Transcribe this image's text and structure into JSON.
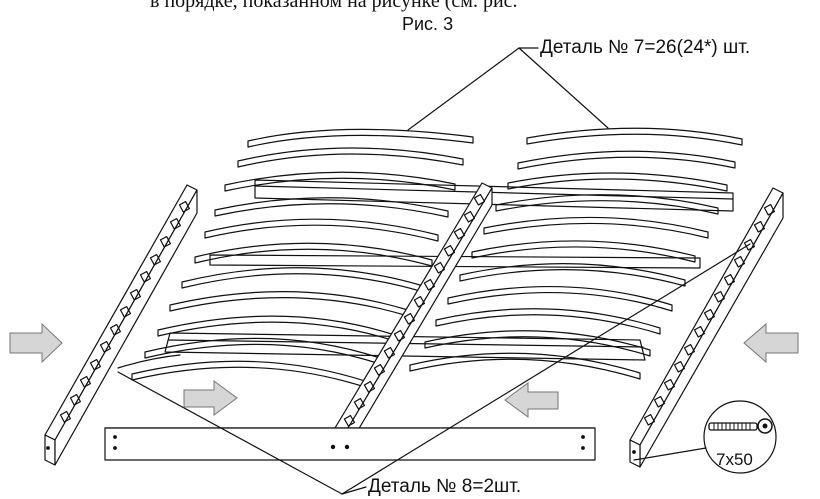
{
  "header": {
    "top_text": "в порядке, показанном на рисунке (см. рис.",
    "figure_label": "Рис. 3"
  },
  "callouts": {
    "part7": "Деталь № 7=26(24*) шт.",
    "part8": "Деталь № 8=2шт.",
    "screw": "7x50"
  },
  "icons": [
    "arrow-right-icon",
    "arrow-left-icon",
    "screw-icon"
  ],
  "colors": {
    "line": "#111111",
    "arrow_fill": "#d6d6d6",
    "background": "#ffffff"
  }
}
